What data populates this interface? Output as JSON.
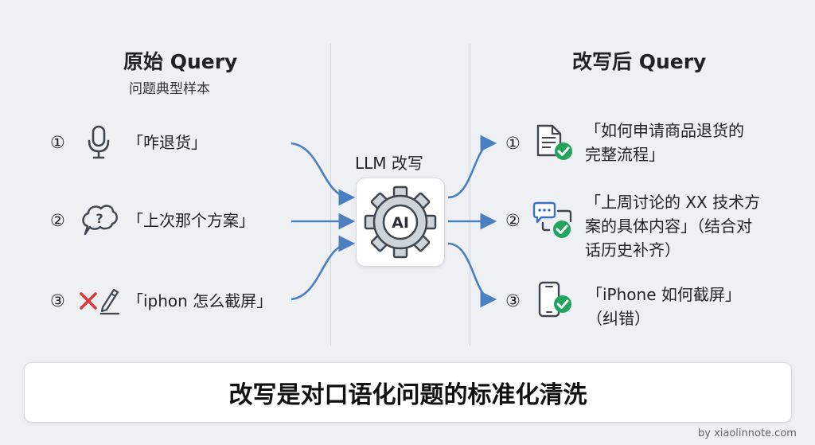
{
  "left": {
    "title": "原始 Query",
    "subtitle": "问题典型样本",
    "items": [
      {
        "num": "①",
        "icon": "microphone-icon",
        "text": "「咋退货」"
      },
      {
        "num": "②",
        "icon": "question-bubble-icon",
        "text": "「上次那个方案」"
      },
      {
        "num": "③",
        "icon": "typo-cross-pencil-icon",
        "text": "「iphon 怎么截屏」"
      }
    ]
  },
  "center": {
    "label": "LLM 改写",
    "badge": "AI"
  },
  "right": {
    "title": "改写后 Query",
    "items": [
      {
        "num": "①",
        "icon": "document-check-icon",
        "lines": [
          "「如何申请商品退货的",
          "完整流程」"
        ]
      },
      {
        "num": "②",
        "icon": "chat-check-icon",
        "lines": [
          "「上周讨论的 XX 技术方",
          "案的具体内容」（结合对",
          "话历史补齐）"
        ]
      },
      {
        "num": "③",
        "icon": "phone-check-icon",
        "lines": [
          "「iPhone 如何截屏」",
          "（纠错）"
        ]
      }
    ]
  },
  "banner": "改写是对口语化问题的标准化清洗",
  "watermark": "by xiaolinnote.com",
  "colors": {
    "arrow": "#4a7fc0",
    "check": "#22a45d",
    "cross": "#d93a3a",
    "icon": "#3d4651"
  }
}
